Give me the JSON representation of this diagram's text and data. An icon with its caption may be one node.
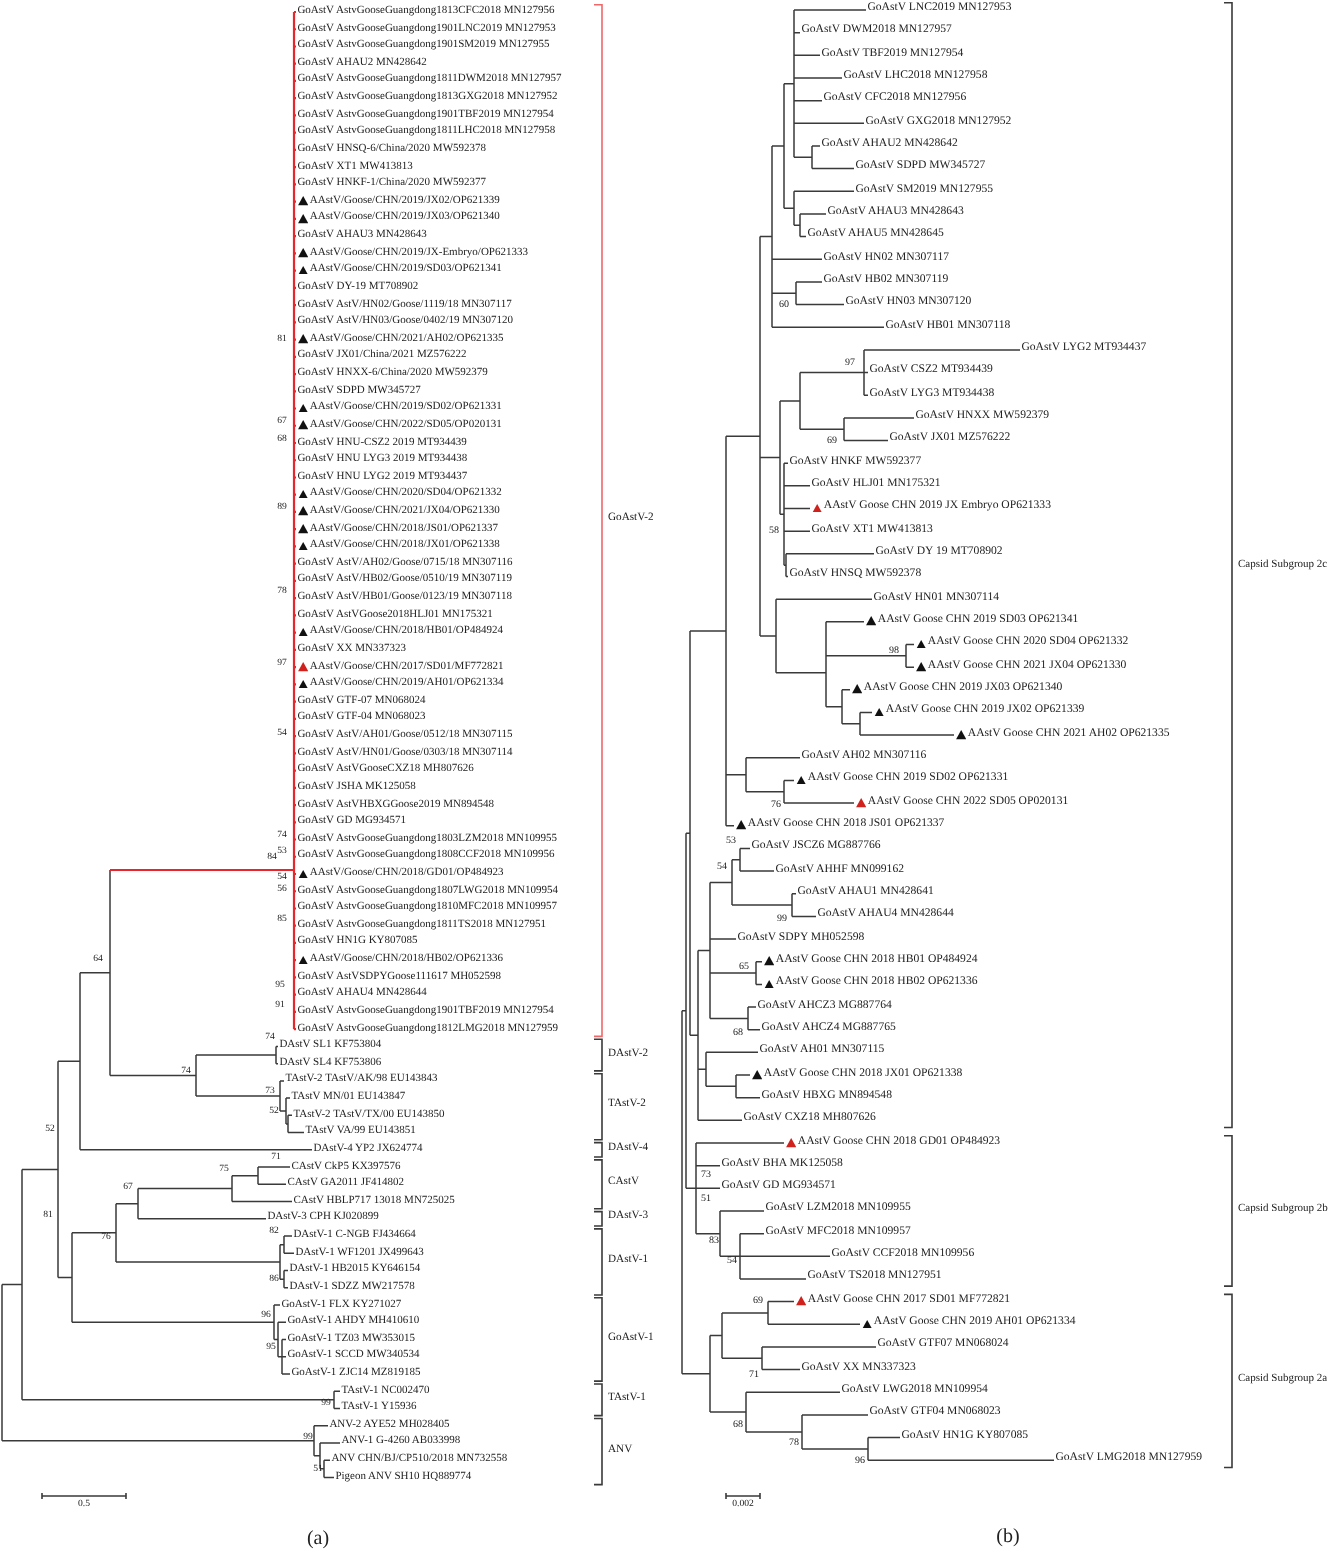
{
  "diagram": {
    "labels": [
      "GoAstV AstvGooseGuangdong1813CFC2018 MN127956",
      "GoAstV AstvGooseGuangdong1901LNC2019 MN127953",
      "GoAstV AstvGooseGuangdong1901SM2019 MN127955",
      "GoAstV AHAU2 MN428642",
      "GoAstV AstvGooseGuangdong1811DWM2018 MN127957",
      "GoAstV AstvGooseGuangdong1813GXG2018 MN127952",
      "GoAstV AstvGooseGuangdong1901TBF2019 MN127954",
      "GoAstV AstvGooseGuangdong1811LHC2018 MN127958",
      "GoAstV HNSQ-6/China/2020 MW592378",
      "GoAstV XT1 MW413813",
      "GoAstV HNKF-1/China/2020 MW592377",
      "AAstV/Goose/CHN/2019/JX02/OP621339",
      "AAstV/Goose/CHN/2019/JX03/OP621340",
      "GoAstV AHAU3 MN428643",
      "AAstV/Goose/CHN/2019/JX-Embryo/OP621333",
      "AAstV/Goose/CHN/2019/SD03/OP621341",
      "GoAstV DY-19 MT708902",
      "GoAstV AstV/HN02/Goose/1119/18 MN307117",
      "GoAstV AstV/HN03/Goose/0402/19 MN307120",
      "AAstV/Goose/CHN/2021/AH02/OP621335",
      "GoAstV JX01/China/2021 MZ576222",
      "GoAstV HNXX-6/China/2020 MW592379",
      "GoAstV SDPD MW345727",
      "AAstV/Goose/CHN/2019/SD02/OP621331",
      "AAstV/Goose/CHN/2022/SD05/OP020131",
      "GoAstV HNU-CSZ2 2019 MT934439",
      "GoAstV HNU LYG3 2019 MT934438",
      "GoAstV HNU LYG2 2019 MT934437",
      "AAstV/Goose/CHN/2020/SD04/OP621332",
      "AAstV/Goose/CHN/2021/JX04/OP621330",
      "AAstV/Goose/CHN/2018/JS01/OP621337",
      "AAstV/Goose/CHN/2018/JX01/OP621338",
      "GoAstV AstV/AH02/Goose/0715/18 MN307116",
      "GoAstV AstV/HB02/Goose/0510/19 MN307119",
      "GoAstV AstV/HB01/Goose/0123/19 MN307118",
      "GoAstV AstVGoose2018HLJ01 MN175321",
      "AAstV/Goose/CHN/2018/HB01/OP484924",
      "GoAstV XX MN337323",
      "AAstV/Goose/CHN/2017/SD01/MF772821",
      "AAstV/Goose/CHN/2019/AH01/OP621334",
      "GoAstV GTF-07 MN068024",
      "GoAstV GTF-04 MN068023",
      "GoAstV AstV/AH01/Goose/0512/18 MN307115",
      "GoAstV AstV/HN01/Goose/0303/18 MN307114",
      "GoAstV AstVGooseCXZ18 MH807626",
      "GoAstV JSHA MK125058",
      "GoAstV AstVHBXGGoose2019 MN894548",
      "GoAstV GD MG934571",
      "GoAstV AstvGooseGuangdong1803LZM2018 MN109955",
      "GoAstV AstvGooseGuangdong1808CCF2018 MN109956",
      "AAstV/Goose/CHN/2018/GD01/OP484923",
      "GoAstV AstvGooseGuangdong1807LWG2018 MN109954",
      "GoAstV AstvGooseGuangdong1810MFC2018 MN109957",
      "GoAstV AstvGooseGuangdong1811TS2018 MN127951",
      "GoAstV HN1G KY807085",
      "AAstV/Goose/CHN/2018/HB02/OP621336",
      "GoAstV AstVSDPYGoose111617 MH052598",
      "GoAstV AHAU4 MN428644",
      "GoAstV AstvGooseGuangdong1901TBF2019 MN127954",
      "GoAstV AstvGooseGuangdong1812LMG2018 MN127959",
      "DAstV SL1 KF753804",
      "DAstV SL4 KF753806",
      "TAstV-2 TAstV/AK/98 EU143843",
      "TAstV MN/01 EU143847",
      "TAstV-2 TAstV/TX/00 EU143850",
      "TAstV VA/99 EU143851",
      "DAstV-4 YP2 JX624774",
      "CAstV CkP5 KX397576",
      "CAstV GA2011 JF414802",
      "CAstV HBLP717 13018 MN725025",
      "DAstV-3 CPH KJ020899",
      "DAstV-1 C-NGB FJ434664",
      "DAstV-1 WF1201 JX499643",
      "DAstV-1 HB2015 KY646154",
      "DAstV-1 SDZZ MW217578",
      "GoAstV-1 FLX KY271027",
      "GoAstV-1 AHDY MH410610",
      "GoAstV-1 TZ03 MW353015",
      "GoAstV-1 SCCD MW340534",
      "GoAstV-1 ZJC14 MZ819185",
      "TAstV-1 NC002470",
      "TAstV-1 Y15936",
      "ANV-2 AYE52 MH028405",
      "ANV-1 G-4260 AB033998",
      "ANV CHN/BJ/CP510/2018 MN732558",
      "Pigeon ANV SH10 HQ889774",
      "81",
      "67",
      "68",
      "89",
      "78",
      "97",
      "54",
      "74",
      "53",
      "84",
      "54",
      "56",
      "85",
      "64",
      "95",
      "91",
      "74",
      "74",
      "73",
      "52",
      "52",
      "71",
      "75",
      "67",
      "81",
      "82",
      "76",
      "86",
      "96",
      "95",
      "99",
      "99",
      "51",
      "GoAstV-2",
      "DAstV-2",
      "TAstV-2",
      "DAstV-4",
      "CAstV",
      "DAstV-3",
      "DAstV-1",
      "GoAstV-1",
      "TAstV-1",
      "ANV",
      "0.5",
      "(a)",
      "GoAstV LNC2019 MN127953",
      "GoAstV DWM2018 MN127957",
      "GoAstV TBF2019 MN127954",
      "GoAstV LHC2018 MN127958",
      "GoAstV CFC2018 MN127956",
      "GoAstV GXG2018 MN127952",
      "GoAstV AHAU2 MN428642",
      "GoAstV SDPD MW345727",
      "GoAstV SM2019 MN127955",
      "GoAstV AHAU3 MN428643",
      "GoAstV AHAU5 MN428645",
      "GoAstV HN02 MN307117",
      "GoAstV HB02 MN307119",
      "GoAstV HN03 MN307120",
      "GoAstV HB01 MN307118",
      "GoAstV LYG2 MT934437",
      "GoAstV CSZ2 MT934439",
      "GoAstV LYG3 MT934438",
      "GoAstV HNXX MW592379",
      "GoAstV JX01 MZ576222",
      "GoAstV HNKF MW592377",
      "GoAstV HLJ01 MN175321",
      "AAstV Goose CHN 2019 JX Embryo OP621333",
      "GoAstV XT1 MW413813",
      "GoAstV DY 19 MT708902",
      "GoAstV HNSQ MW592378",
      "GoAstV HN01 MN307114",
      "AAstV Goose CHN 2019 SD03 OP621341",
      "AAstV Goose CHN 2020 SD04 OP621332",
      "AAstV Goose CHN 2021 JX04 OP621330",
      "AAstV Goose CHN 2019 JX03 OP621340",
      "AAstV Goose CHN 2019 JX02 OP621339",
      "AAstV Goose CHN 2021 AH02 OP621335",
      "GoAstV AH02 MN307116",
      "AAstV Goose CHN 2019 SD02 OP621331",
      "AAstV Goose CHN 2022 SD05 OP020131",
      "AAstV Goose CHN 2018 JS01 OP621337",
      "GoAstV JSCZ6 MG887766",
      "GoAstV AHHF MN099162",
      "GoAstV AHAU1 MN428641",
      "GoAstV AHAU4 MN428644",
      "GoAstV SDPY MH052598",
      "AAstV Goose CHN 2018 HB01 OP484924",
      "AAstV Goose CHN 2018 HB02 OP621336",
      "GoAstV AHCZ3 MG887764",
      "GoAstV AHCZ4 MG887765",
      "GoAstV AH01 MN307115",
      "AAstV Goose CHN 2018 JX01 OP621338",
      "GoAstV HBXG MN894548",
      "GoAstV CXZ18 MH807626",
      "AAstV Goose CHN 2018 GD01 OP484923",
      "GoAstV BHA MK125058",
      "GoAstV GD MG934571",
      "GoAstV LZM2018 MN109955",
      "GoAstV MFC2018 MN109957",
      "GoAstV CCF2018 MN109956",
      "GoAstV TS2018 MN127951",
      "AAstV Goose CHN 2017 SD01 MF772821",
      "AAstV Goose CHN 2019 AH01 OP621334",
      "GoAstV GTF07 MN068024",
      "GoAstV XX MN337323",
      "GoAstV LWG2018 MN109954",
      "GoAstV GTF04 MN068023",
      "GoAstV HN1G KY807085",
      "GoAstV LMG2018 MN127959",
      "60",
      "97",
      "69",
      "58",
      "98",
      "76",
      "53",
      "54",
      "99",
      "65",
      "68",
      "73",
      "51",
      "83",
      "54",
      "69",
      "71",
      "68",
      "78",
      "96",
      "Capsid Subgroup 2c",
      "Capsid Subgroup 2b",
      "Capsid Subgroup 2a",
      "0.002",
      "(b)"
    ]
  }
}
